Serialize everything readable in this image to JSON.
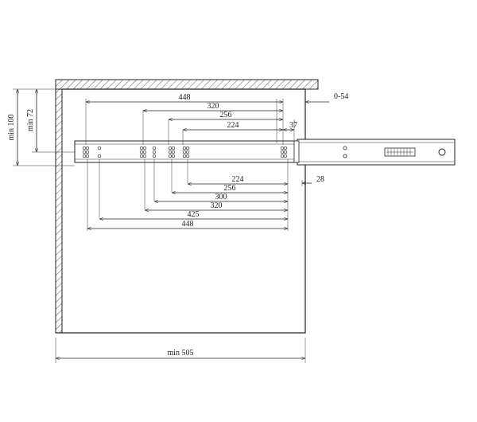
{
  "diagram": {
    "top_dimensions": [
      {
        "id": "top-448",
        "text": "448"
      },
      {
        "id": "top-320",
        "text": "320"
      },
      {
        "id": "top-256",
        "text": "256"
      },
      {
        "id": "top-224",
        "text": "224"
      }
    ],
    "right_labels": {
      "travel": "0-54",
      "front_offset": "37",
      "bottom_offset": "28"
    },
    "bottom_dimensions": [
      {
        "id": "bot-224",
        "text": "224"
      },
      {
        "id": "bot-256",
        "text": "256"
      },
      {
        "id": "bot-300",
        "text": "300"
      },
      {
        "id": "bot-320",
        "text": "320"
      },
      {
        "id": "bot-425",
        "text": "425"
      },
      {
        "id": "bot-448",
        "text": "448"
      }
    ],
    "left_dimensions": {
      "outer": "min 100",
      "inner": "min 72"
    },
    "width_dimension": "min 505"
  }
}
